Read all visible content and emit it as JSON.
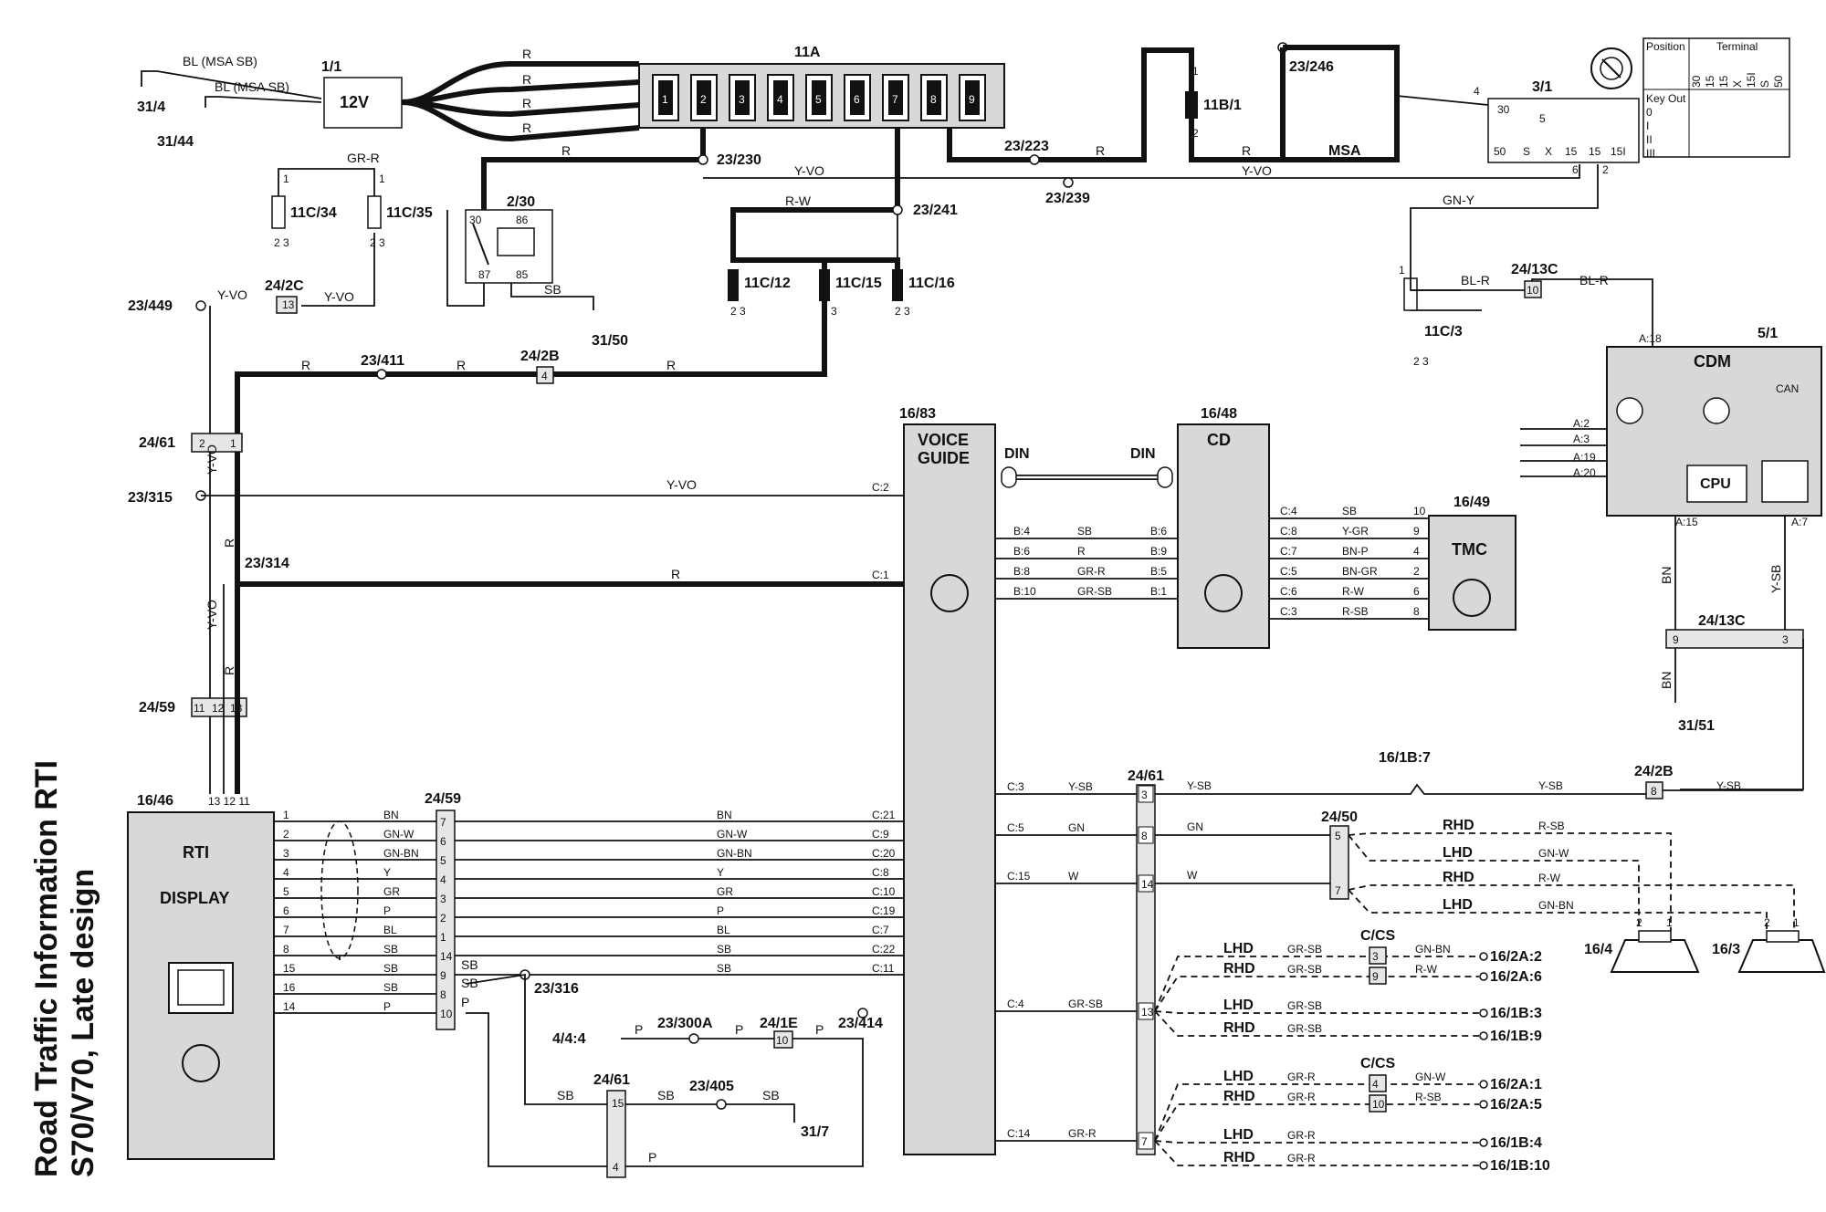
{
  "title": {
    "line1": "Road Traffic Information RTI",
    "line2": "S70/V70, Late design"
  },
  "components": {
    "battery": {
      "id": "1/1",
      "label": "12V"
    },
    "fusebox": {
      "id": "11A",
      "fuses": [
        "1",
        "2",
        "3",
        "4",
        "5",
        "6",
        "7",
        "8",
        "9"
      ]
    },
    "ignition_switch": {
      "id": "3/1",
      "pins": [
        "30",
        "5",
        "50",
        "S",
        "X",
        "15",
        "15",
        "15I"
      ]
    },
    "relay": {
      "id": "2/30",
      "pins": [
        "30",
        "86",
        "87",
        "85"
      ]
    },
    "fuse_11c34": "11C/34",
    "fuse_11c35": "11C/35",
    "fuse_11c12": "11C/12",
    "fuse_11c15": "11C/15",
    "fuse_11c16": "11C/16",
    "fuse_11b1": "11B/1",
    "fuse_11c3": "11C/3",
    "voice_guide": {
      "id": "16/83",
      "label1": "VOICE",
      "label2": "GUIDE"
    },
    "cd": {
      "id": "16/48",
      "label": "CD"
    },
    "tmc": {
      "id": "16/49",
      "label": "TMC"
    },
    "cdm": {
      "id": "5/1",
      "label": "CDM",
      "cpu": "CPU",
      "can": "CAN"
    },
    "rti_display": {
      "id": "16/46",
      "label1": "RTI",
      "label2": "DISPLAY"
    },
    "speaker_left": "16/4",
    "speaker_right": "16/3",
    "msa": "MSA"
  },
  "ignition_table": {
    "h_position": "Position",
    "h_terminal": "Terminal",
    "terminals": [
      "30",
      "15",
      "15",
      "X",
      "15I",
      "S",
      "50"
    ],
    "positions": [
      "Key Out",
      "0",
      "I",
      "II",
      "III"
    ]
  },
  "grounds": [
    "31/4",
    "31/44",
    "31/50",
    "31/7",
    "31/51"
  ],
  "splices": [
    "23/230",
    "23/223",
    "23/246",
    "23/241",
    "23/239",
    "23/449",
    "23/411",
    "23/315",
    "23/314",
    "23/316",
    "23/300A",
    "23/414",
    "23/405"
  ],
  "connectors": [
    "24/2C",
    "24/2B",
    "24/61",
    "24/59",
    "24/13C",
    "24/50",
    "24/1E",
    "C/CS",
    "16/1B:7",
    "4/4:4"
  ],
  "wire_colors": [
    "BL (MSA SB)",
    "R",
    "GR-R",
    "Y-VO",
    "R-W",
    "SB",
    "GN-Y",
    "BL-R",
    "BN",
    "Y-SB",
    "GN-W",
    "GN-BN",
    "Y",
    "GR",
    "GN",
    "W",
    "P",
    "BL",
    "Y-GR",
    "BN-P",
    "BN-GR",
    "R-SB",
    "GR-SB",
    "DIN"
  ],
  "voice_guide_pins": [
    "C:2",
    "C:1",
    "B:4",
    "B:6",
    "B:8",
    "B:10",
    "C:3",
    "C:5",
    "C:15",
    "C:4",
    "C:14",
    "C:21",
    "C:9",
    "C:20",
    "C:8",
    "C:10",
    "C:19",
    "C:7",
    "C:22",
    "C:11"
  ],
  "cd_pins_left": [
    "B:6",
    "B:9",
    "B:5",
    "B:1"
  ],
  "cd_pins_right": [
    "C:4",
    "C:8",
    "C:7",
    "C:5",
    "C:6",
    "C:3"
  ],
  "tmc_pins": [
    "10",
    "9",
    "4",
    "2",
    "6",
    "8"
  ],
  "cdm_pins": [
    "A:18",
    "A:2",
    "A:3",
    "A:19",
    "A:20",
    "A:15",
    "A:7"
  ],
  "rti_pins": [
    "1",
    "2",
    "3",
    "4",
    "5",
    "6",
    "7",
    "8",
    "15",
    "16",
    "14",
    "13",
    "12",
    "11"
  ],
  "c2459_pins": [
    "7",
    "6",
    "5",
    "4",
    "3",
    "2",
    "1",
    "14",
    "9",
    "8",
    "10"
  ],
  "c2461_pins": [
    "3",
    "8",
    "14",
    "13",
    "7"
  ],
  "c2450_pins": [
    "5",
    "7"
  ],
  "outputs": [
    {
      "side": "LHD",
      "wire": "GR-SB",
      "ccs": "3",
      "wire2": "GN-BN",
      "dest": "16/2A:2"
    },
    {
      "side": "RHD",
      "wire": "GR-SB",
      "ccs": "9",
      "wire2": "R-W",
      "dest": "16/2A:6"
    },
    {
      "side": "LHD",
      "wire": "GR-SB",
      "ccs": "",
      "wire2": "",
      "dest": "16/1B:3"
    },
    {
      "side": "RHD",
      "wire": "GR-SB",
      "ccs": "",
      "wire2": "",
      "dest": "16/1B:9"
    },
    {
      "side": "LHD",
      "wire": "GR-R",
      "ccs": "4",
      "wire2": "GN-W",
      "dest": "16/2A:1"
    },
    {
      "side": "RHD",
      "wire": "GR-R",
      "ccs": "10",
      "wire2": "R-SB",
      "dest": "16/2A:5"
    },
    {
      "side": "LHD",
      "wire": "GR-R",
      "ccs": "",
      "wire2": "",
      "dest": "16/1B:4"
    },
    {
      "side": "RHD",
      "wire": "GR-R",
      "ccs": "",
      "wire2": "",
      "dest": "16/1B:10"
    }
  ],
  "speaker_feeds": [
    {
      "side": "RHD",
      "wire": "R-SB"
    },
    {
      "side": "LHD",
      "wire": "GN-W"
    },
    {
      "side": "RHD",
      "wire": "R-W"
    },
    {
      "side": "LHD",
      "wire": "GN-BN"
    }
  ]
}
